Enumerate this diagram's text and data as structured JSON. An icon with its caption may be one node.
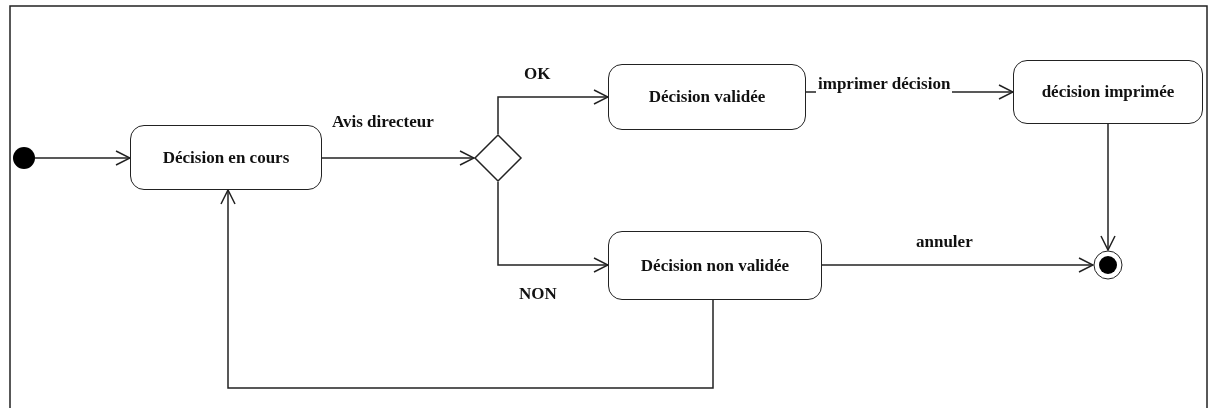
{
  "diagram": {
    "nodes": [
      {
        "text": [],
        "shape": "circle"
      },
      {
        "text": [
          "Décision en cours"
        ]
      },
      {
        "text": [],
        "shape": "diamond"
      },
      {
        "text": [
          "Décision validée"
        ]
      },
      {
        "text": [
          "décision imprimée"
        ]
      },
      {
        "text": [
          "Décision non validée"
        ]
      },
      {
        "text": [],
        "shape": "circle"
      }
    ],
    "edges": [
      {
        "from": 0,
        "to": 1,
        "arrow": "to"
      },
      {
        "from": 1,
        "to": 2,
        "arrow": "to",
        "label": "Avis directeur"
      },
      {
        "from": 2,
        "to": 3,
        "arrow": "to",
        "label": "OK"
      },
      {
        "from": 2,
        "to": 5,
        "arrow": "to",
        "label": "NON"
      },
      {
        "from": 3,
        "to": 4,
        "arrow": "to",
        "label": "imprimer décision"
      },
      {
        "from": 4,
        "to": 6,
        "arrow": "to"
      },
      {
        "from": 5,
        "to": 6,
        "arrow": "to",
        "label": "annuler"
      },
      {
        "from": 5,
        "to": 1,
        "arrow": "to"
      }
    ]
  }
}
